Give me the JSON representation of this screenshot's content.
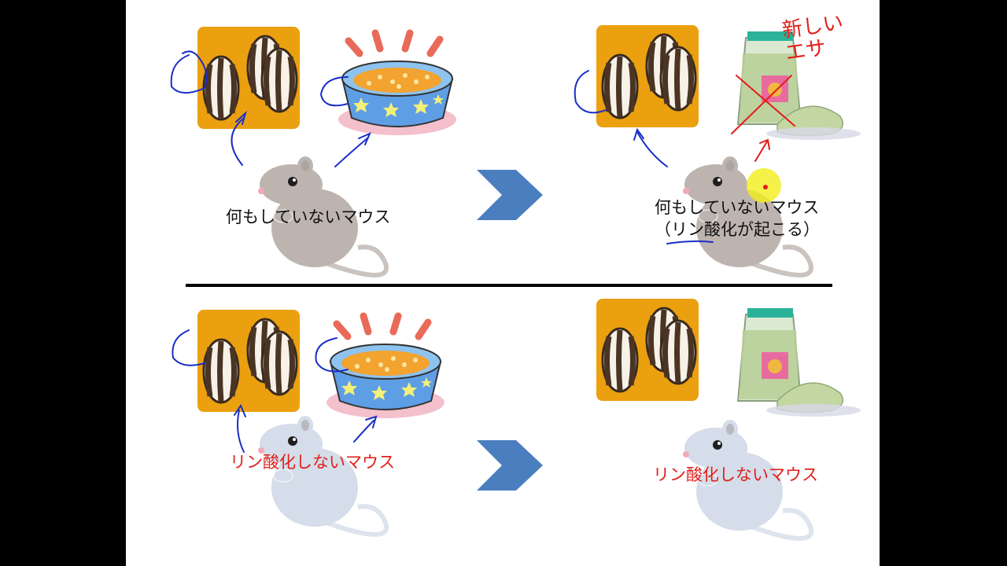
{
  "slide": {
    "top_left_label": "何もしていないマウス",
    "top_right_label_line1": "何もしていないマウス",
    "top_right_label_line2": "（リン酸化が起こる）",
    "bottom_left_label": "リン酸化しないマウス",
    "bottom_right_label": "リン酸化しないマウス",
    "handwritten_note": "新しいエサ"
  },
  "colors": {
    "seed_card": "#eba00f",
    "chevron": "#4a7ebf",
    "ink_blue": "#1a2ec8",
    "ink_red": "#e41b1b",
    "label_red": "#e0201c",
    "mouse_gray": "#bdb4b0",
    "mouse_blue": "#d4dde9",
    "highlight_yellow": "#f2ee1c"
  }
}
